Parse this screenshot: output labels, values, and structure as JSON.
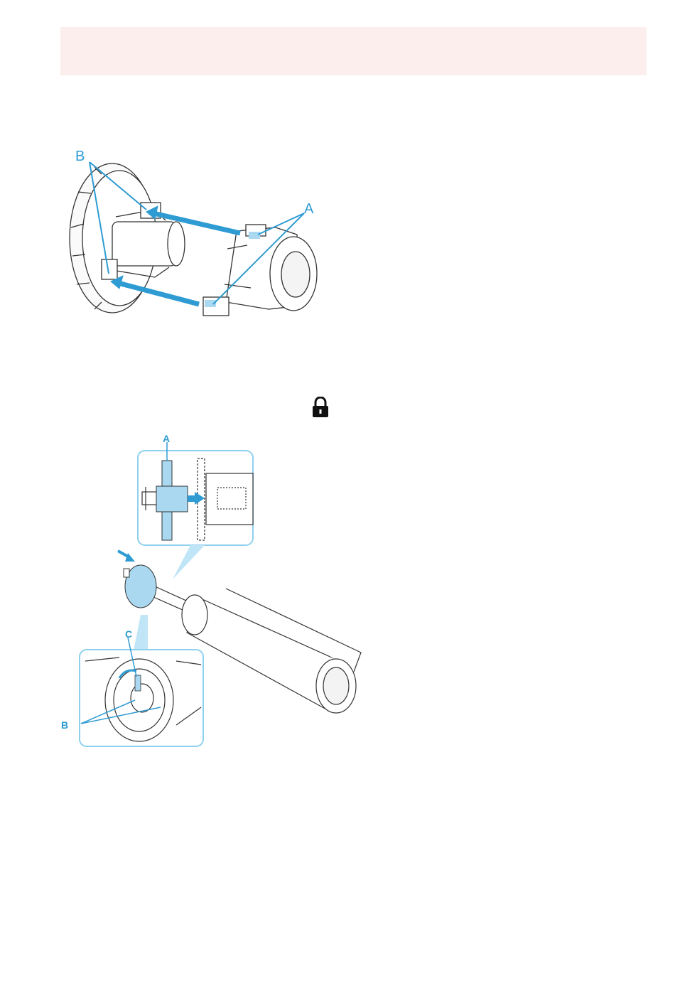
{
  "figure1": {
    "label_b": "B",
    "label_a": "A"
  },
  "figure2": {
    "label_a": "A",
    "label_c": "C",
    "label_b": "B"
  },
  "icons": {
    "lock": "lock-icon"
  },
  "colors": {
    "banner": "#fdeeee",
    "accent": "#2e9bd3",
    "highlight": "#a9d8f0",
    "line": "#333333"
  }
}
